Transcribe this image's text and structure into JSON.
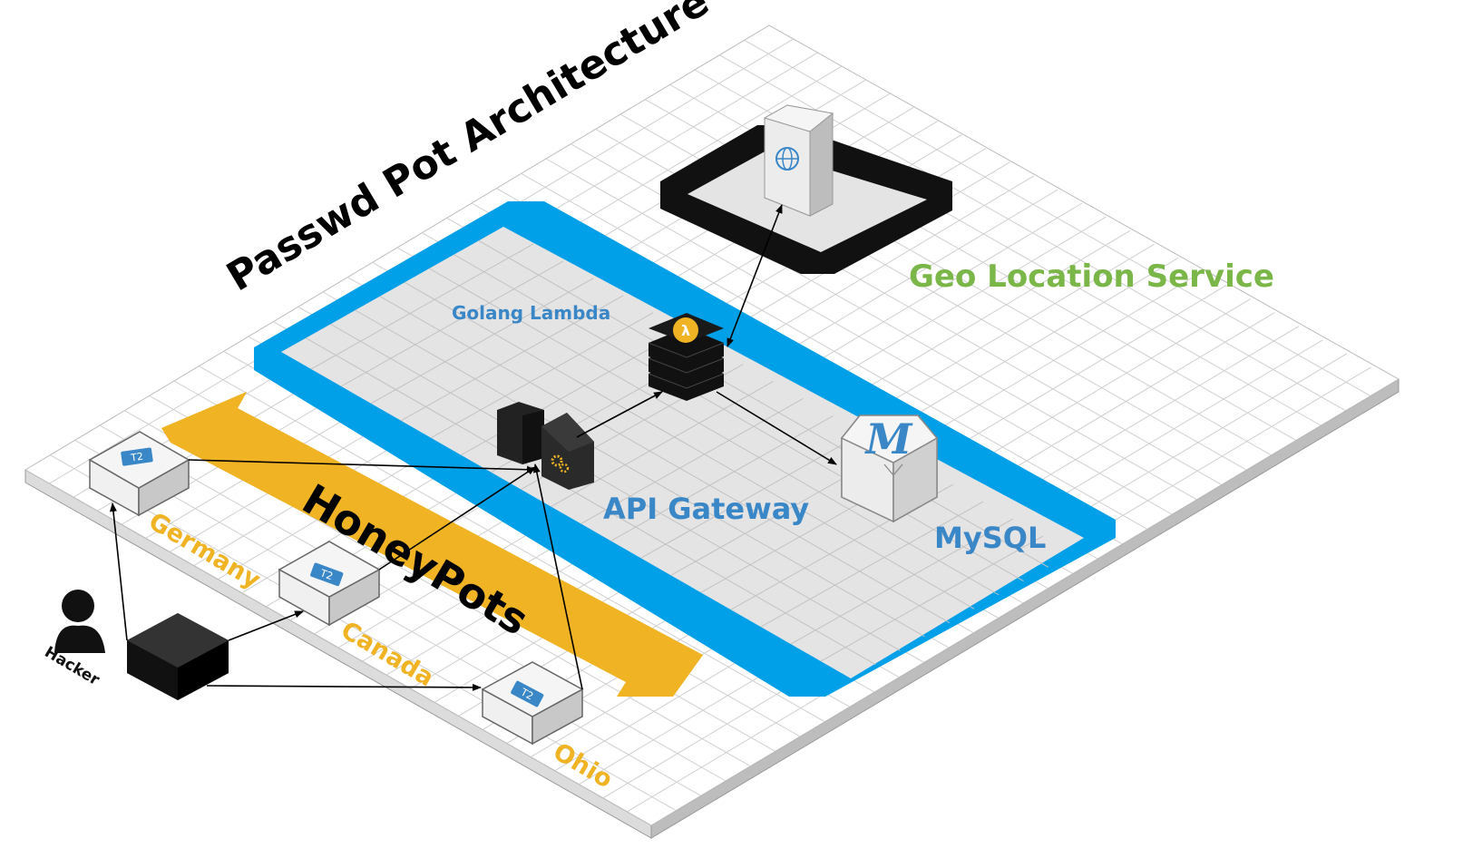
{
  "title": "Passwd Pot Architecture",
  "honeypots_label": "HoneyPots",
  "regions": [
    "Germany",
    "Canada",
    "Ohio"
  ],
  "instance_badge": "T2",
  "hacker_label": "Hacker",
  "golang_lambda_label": "Golang Lambda",
  "api_gateway_label": "API Gateway",
  "mysql_label": "MySQL",
  "mysql_icon_letter": "M",
  "geo_service_label": "Geo Location Service",
  "colors": {
    "accent_blue": "#00a0e9",
    "label_blue": "#3a87c8",
    "honeypot_orange": "#f0b323",
    "geo_green": "#7ab648"
  },
  "icons": [
    "user-icon",
    "lambda-icon",
    "gears-icon",
    "globe-icon",
    "mysql-icon"
  ]
}
